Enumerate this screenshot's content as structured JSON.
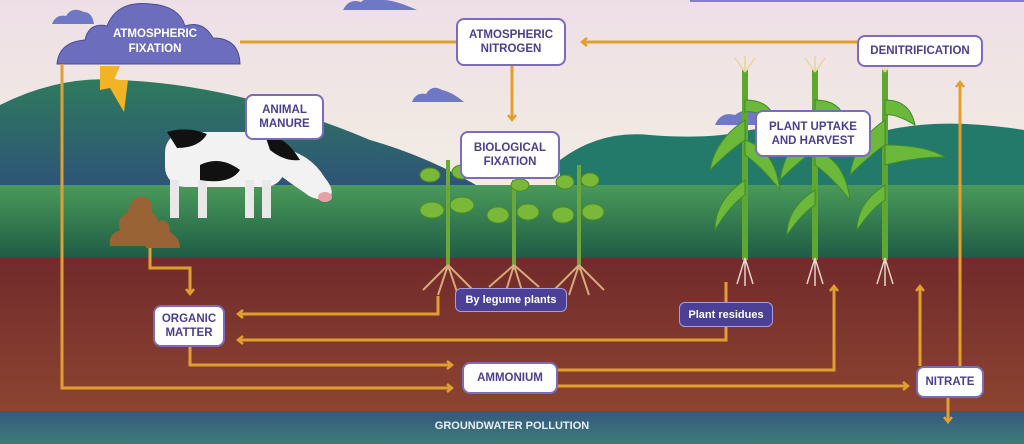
{
  "diagram": {
    "nodes": {
      "atmospheric_fixation": "ATMOSPHERIC\nFIXATION",
      "atmospheric_nitrogen": "ATMOSPHERIC\nNITROGEN",
      "denitrification": "DENITRIFICATION",
      "animal_manure": "ANIMAL\nMANURE",
      "biological_fixation": "BIOLOGICAL\nFIXATION",
      "plant_uptake": "PLANT UPTAKE\nAND HARVEST",
      "organic_matter": "ORGANIC\nMATTER",
      "ammonium": "AMMONIUM",
      "nitrate": "NITRATE"
    },
    "tags": {
      "legume": "By legume plants",
      "residues": "Plant residues"
    },
    "groundwater": "GROUNDWATER POLLUTION"
  },
  "colors": {
    "arrow": "#e0a030",
    "label_border": "#7a6cb8",
    "label_text": "#4a3f8f",
    "soil": "#7a2e2c",
    "grass": "#2f7a4f"
  }
}
